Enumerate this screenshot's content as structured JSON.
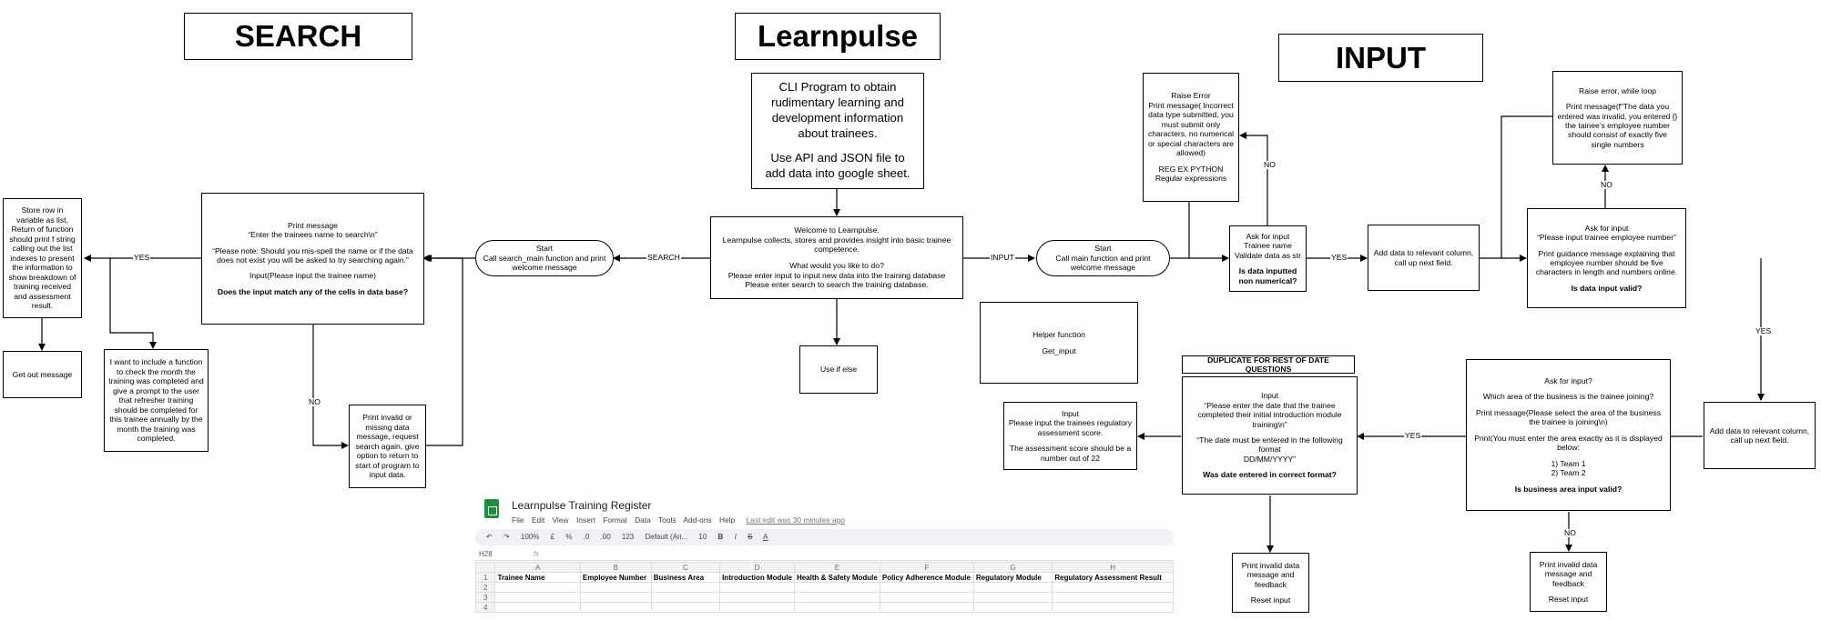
{
  "titles": {
    "search": "SEARCH",
    "app": "Learnpulse",
    "input": "INPUT"
  },
  "intro": {
    "line1": "CLI Program to obtain rudimentary learning and development information about trainees.",
    "line2": "Use API and JSON file to add data into google sheet."
  },
  "welcome": {
    "l1": "Welcome to Learnpulse.",
    "l2": "Learnpulse collects, stores and provides insight into basic trainee competence.",
    "l3": "What would you like to do?",
    "l4": "Please enter input to input new data into the training database",
    "l5": "Please enter search to search the training database."
  },
  "use_if_else": "Use if else",
  "start_search": {
    "l1": "Start",
    "l2": "Call search_main function and print welcome message"
  },
  "start_main": {
    "l1": "Start",
    "l2": "Call main function and print welcome message"
  },
  "print_search": {
    "l1": "Print message",
    "l2": "“Enter the trainees name to search\\n”",
    "l3": "“Please note: Should you mis-spell the name or if the data does not exist you will be asked to try searching again.”",
    "l4": "Input(Please input the trainee name)",
    "l5": "Does the input match any of the cells in data base?"
  },
  "store_row": "Store row in variable as list, Return of function should print f string calling out the list indexes to present the information to show breakdown of training received and assessment result.",
  "get_out": "Get out message",
  "refresher": "I want to include a function to check the month the training was completed and give a prompt to the user that refresher training should be completed for this trainee annually by the month the training was completed.",
  "invalid_search": "Print invalid or missing data message, request search again, give option to return to start of program to input data.",
  "raise_error_name": {
    "l1": "Raise Error",
    "l2": "Print message( Incorrect data type submitted, you must submit only characters, no numerical or special characters are allowed)",
    "l3": "REG EX PYTHON",
    "l4": "Regular expressions"
  },
  "ask_name": {
    "l1": "Ask for input",
    "l2": "Trainee name",
    "l3": "Validate data as str",
    "l4": "Is data inputted non numerical?"
  },
  "add_data_1": "Add data to relevant column, call up next field.",
  "raise_error_emp": {
    "l1": "Raise error, while loop",
    "l2": "Print message(f“The data you entered was invalid, you entered {} the tainee’s employee number should consist of exactly five single numbers"
  },
  "ask_emp": {
    "l1": "Ask for input",
    "l2": "“Please input trainee employee number”",
    "l3": "Print guidance message explaining that employee number should be five characters in length and numbers online.",
    "l4": "Is data input valid?"
  },
  "add_data_2": "Add data to relevant column, call up next field.",
  "ask_area": {
    "l1": "Ask for input?",
    "l2": "Which area of the business is the trainee joining?",
    "l3": "Print message(Please select the area of the business the trainee is joining\\n)",
    "l4": "Print(You must enter the area exactly as it is displayed below:",
    "l5": "1) Team 1",
    "l6": "2) Team 2",
    "l7": "Is business area input valid?"
  },
  "invalid_area": {
    "l1": "Print invalid data message and feedback",
    "l2": "Reset input"
  },
  "duplicate": "DUPLICATE FOR REST OF DATE QUESTIONS",
  "ask_date": {
    "l1": "Input",
    "l2": "“Please enter the date that the trainee completed their initial introduction module training\\n”",
    "l3": "“The date must be entered in the following format",
    "l4": "DD/MM/YYYY”",
    "l5": "Was date entered in correct format?"
  },
  "invalid_date": {
    "l1": "Print invalid data message and feedback",
    "l2": "Reset input"
  },
  "regulatory": {
    "l1": "Input",
    "l2": "Please input the trainees regulatory assessment score.",
    "l3": "The assessment score should be a number out of 22"
  },
  "helper": {
    "l1": "Helper function",
    "l2": "Get_input"
  },
  "edge_labels": {
    "yes": "YES",
    "no": "NO",
    "search": "SEARCH",
    "input": "INPUT"
  },
  "sheet": {
    "doc_name": "Learnpulse Training Register",
    "menus": [
      "File",
      "Edit",
      "View",
      "Insert",
      "Format",
      "Data",
      "Tools",
      "Add-ons",
      "Help"
    ],
    "last_edit": "Last edit was 30 minutes ago",
    "toolbar": [
      "100%",
      "£",
      "%",
      ".0",
      ".00",
      "123",
      "Default (Ari...",
      "10",
      "B",
      "I",
      "S",
      "A"
    ],
    "cell_ref": "H28",
    "fx": "fx",
    "columns": [
      "A",
      "B",
      "C",
      "D",
      "E",
      "F",
      "G",
      "H"
    ],
    "headers": [
      "Trainee Name",
      "Employee Number",
      "Business Area",
      "Introduction Module",
      "Health & Safety Module",
      "Policy Adherence Module",
      "Regulatory Module",
      "Regulatory Assessment Result"
    ],
    "row_numbers": [
      "1",
      "2",
      "3",
      "4"
    ]
  }
}
